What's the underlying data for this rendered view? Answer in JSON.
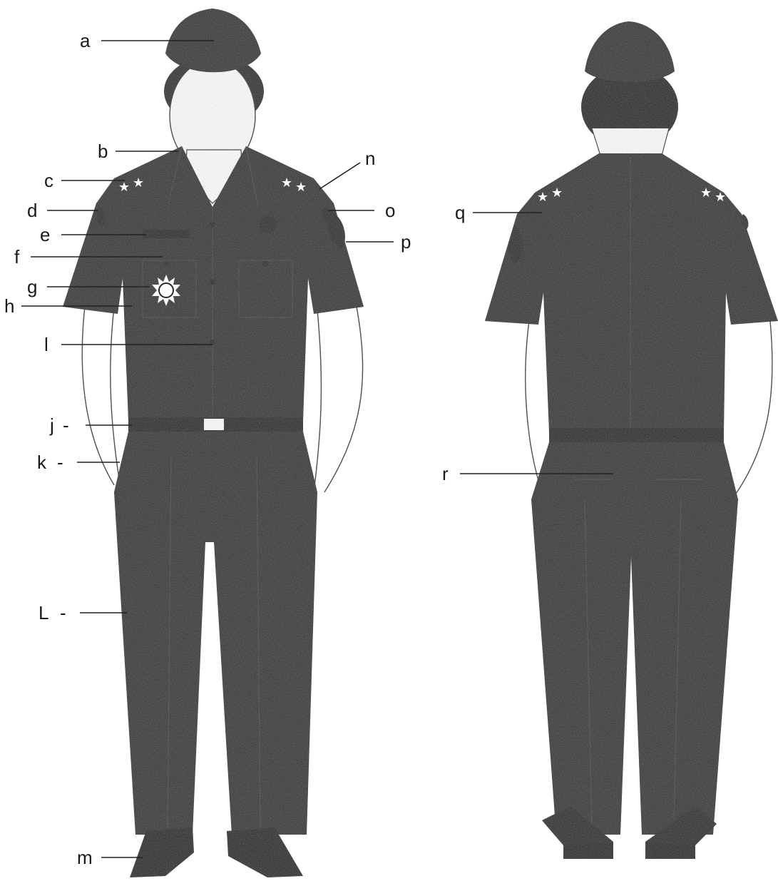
{
  "figure": {
    "front_labels": [
      "a",
      "b",
      "c",
      "d",
      "e",
      "f",
      "g",
      "h",
      "l",
      "j",
      "k",
      "L",
      "m",
      "n",
      "o",
      "p"
    ],
    "back_labels": [
      "q",
      "r"
    ]
  },
  "colors": {
    "uniform": "#262626",
    "belt": "#111111",
    "outline": "#333333",
    "emblem": "#ffffff"
  },
  "icons": [
    "sun-emblem-icon",
    "star-icon",
    "shoulder-patch-icon",
    "belt-buckle-icon"
  ]
}
